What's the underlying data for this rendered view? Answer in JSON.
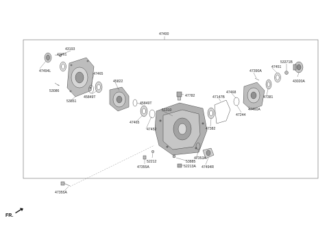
{
  "diagram": {
    "assembly_label": "47400",
    "direction_label": "FR.",
    "callouts": {
      "c43193": "43193",
      "c47461": "47461",
      "c47494L": "47494L",
      "c53086": "53086",
      "c53851": "53851",
      "c47465": "47465",
      "c45849T_a": "45849T",
      "c45822": "45822",
      "c45849T_b": "45849T",
      "c47465_b": "47465",
      "c47452": "47452",
      "c47782": "47782",
      "c51310": "51310",
      "c52212": "52212",
      "c47355A_a": "47355A",
      "c53885": "53885",
      "c52213A": "52213A",
      "c47353A": "47353A",
      "c47494R": "47494R",
      "c47382": "47382",
      "c47147B": "47147B",
      "c47468": "47468",
      "c47244": "47244",
      "c47460A": "47460A",
      "c47390A": "47390A",
      "c47451": "47451",
      "c47381": "47381",
      "c53371B": "53371B",
      "c43020A": "43020A",
      "c47355A_b": "47355A"
    }
  }
}
